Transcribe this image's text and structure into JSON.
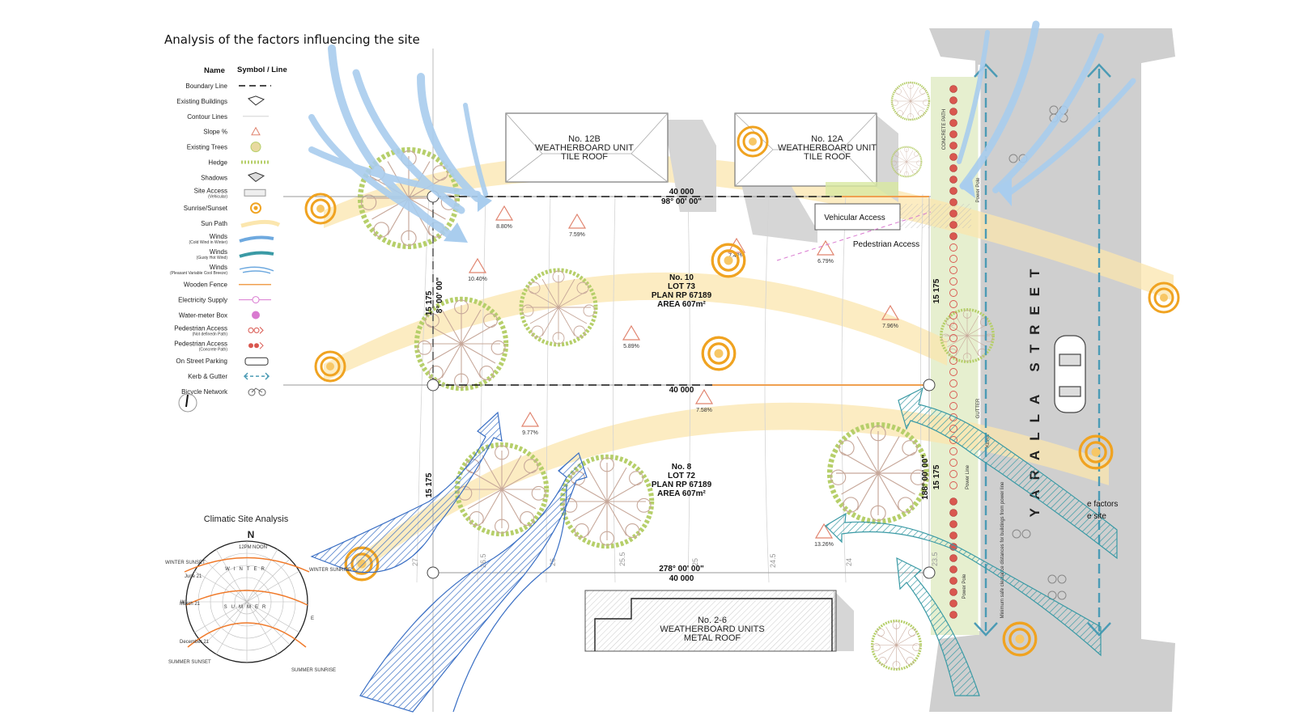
{
  "title": "Analysis of the factors influencing the site",
  "legend": {
    "name_header": "Name",
    "symbol_header": "Symbol / Line",
    "items": [
      {
        "name": "Boundary Line",
        "sub": "",
        "icon": "boundary-line-icon"
      },
      {
        "name": "Existing Buildings",
        "sub": "",
        "icon": "building-icon"
      },
      {
        "name": "Contour Lines",
        "sub": "",
        "icon": "contour-icon"
      },
      {
        "name": "Slope %",
        "sub": "",
        "icon": "slope-triangle-icon"
      },
      {
        "name": "Existing Trees",
        "sub": "",
        "icon": "tree-icon"
      },
      {
        "name": "Hedge",
        "sub": "",
        "icon": "hedge-icon"
      },
      {
        "name": "Shadows",
        "sub": "",
        "icon": "shadow-icon"
      },
      {
        "name": "Site Access",
        "sub": "(Vehicular)",
        "icon": "site-access-icon"
      },
      {
        "name": "Sunrise/Sunset",
        "sub": "",
        "icon": "sun-icon"
      },
      {
        "name": "Sun Path",
        "sub": "",
        "icon": "sun-path-icon"
      },
      {
        "name": "Winds",
        "sub": "(Cold Wind in Winter)",
        "icon": "cold-wind-icon"
      },
      {
        "name": "Winds",
        "sub": "(Gusty Hot Wind)",
        "icon": "hot-wind-icon"
      },
      {
        "name": "Winds",
        "sub": "(Pleasant Variable Cool Breeze)",
        "icon": "breeze-icon"
      },
      {
        "name": "Wooden Fence",
        "sub": "",
        "icon": "fence-icon"
      },
      {
        "name": "Electricity Supply",
        "sub": "",
        "icon": "electricity-icon"
      },
      {
        "name": "Water-meter Box",
        "sub": "",
        "icon": "water-meter-icon"
      },
      {
        "name": "Pedestrian Access",
        "sub": "(Not definedn Path)",
        "icon": "ped-access-open-icon"
      },
      {
        "name": "Pedestrian Access",
        "sub": "(Concrete Path)",
        "icon": "ped-access-solid-icon"
      },
      {
        "name": "On Street Parking",
        "sub": "",
        "icon": "car-icon"
      },
      {
        "name": "Kerb & Gutter",
        "sub": "",
        "icon": "kerb-gutter-icon"
      },
      {
        "name": "Bicycle Network",
        "sub": "",
        "icon": "bicycle-icon"
      }
    ]
  },
  "north_marker": "N",
  "sun_chart": {
    "title": "Climatic Site Analysis",
    "north": "N",
    "noon": "NOON",
    "twelve": "12PM",
    "winter_sunset": "WINTER SUNSET",
    "winter_sunrise": "WINTER SUNRISE",
    "summer_sunset": "SUMMER SUNSET",
    "summer_sunrise": "SUMMER SUNRISE",
    "june": "June 21",
    "march": "March 21",
    "december": "December 21",
    "winter_word": "WINTER",
    "summer_word": "SUMMER",
    "west": "W",
    "east": "E"
  },
  "buildings": {
    "b12b": {
      "l1": "No. 12B",
      "l2": "WEATHERBOARD UNIT",
      "l3": "TILE ROOF"
    },
    "b12a": {
      "l1": "No. 12A",
      "l2": "WEATHERBOARD UNIT",
      "l3": "TILE ROOF"
    },
    "b26": {
      "l1": "No. 2-6",
      "l2": "WEATHERBOARD UNITS",
      "l3": "METAL ROOF"
    }
  },
  "lots": {
    "lot73": {
      "l1": "No. 10",
      "l2": "LOT 73",
      "l3": "PLAN RP 67189",
      "l4": "AREA 607m²"
    },
    "lot72": {
      "l1": "No. 8",
      "l2": "LOT 72",
      "l3": "PLAN RP 67189",
      "l4": "AREA 607m²"
    }
  },
  "dimensions": {
    "top_len": "40 000",
    "top_bearing": "98°   00'   00\"",
    "mid_len": "40 000",
    "bottom_bearing": "278°   00'   00\"",
    "bottom_len": "40 000",
    "left_upper": "15 175",
    "left_upper_bearing": "8°   00'   00\"",
    "left_lower": "15 175",
    "right_upper": "15 175",
    "right_lower": "15 175",
    "right_lower_bearing": "188°   00'   00\""
  },
  "slopes": [
    "8.80%",
    "7.59%",
    "10.40%",
    "7.42%",
    "6.79%",
    "5.89%",
    "7.96%",
    "9.77%",
    "7.58%",
    "13.26%"
  ],
  "contours": [
    "27",
    "26.5",
    "26",
    "25.5",
    "25",
    "24.5",
    "24",
    "23.5"
  ],
  "access": {
    "vehicular": "Vehicular Access",
    "pedestrian": "Pedestrian Access"
  },
  "street": {
    "name": "YARALLA STREET",
    "concrete_path": "CONCRETE   PATH",
    "power_pole_1": "Power Pole",
    "power_pole_2": "Power Pole",
    "power_line": "Power Line",
    "kerb": "KERB",
    "gutter": "GUTTER",
    "clearance": "Minimum safe clearance distances for buildings from power line"
  },
  "clipped_text": {
    "l1": "e factors",
    "l2": "e site"
  },
  "colors": {
    "sun": "#f0a321",
    "sun_path": "#fbe6ae",
    "cold_wind": "#a9cdee",
    "hot_wind": "#3a6fc4",
    "breeze": "#3a9aa5",
    "road": "#cfcfcf",
    "verge": "#e6efcf",
    "ped_dot": "#d9574f",
    "kerb": "#4b9bb5",
    "tree": "#b6cf6a"
  }
}
